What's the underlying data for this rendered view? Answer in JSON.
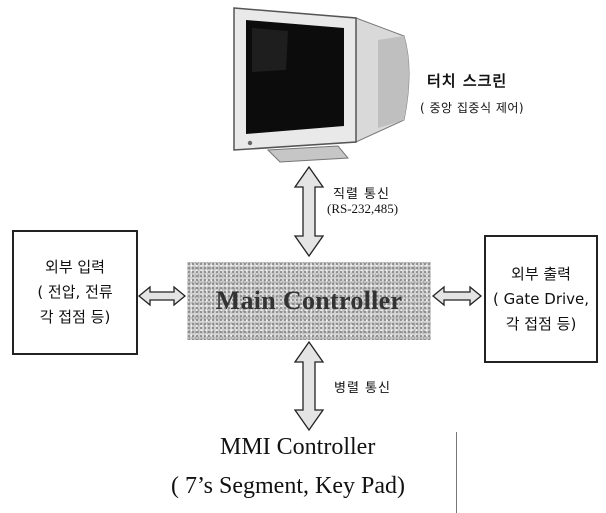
{
  "touch_screen": {
    "title": "터치 스크린",
    "subtitle": "( 중앙 집중식 제어)"
  },
  "serial": {
    "label": "직렬 통신",
    "protocol": "(RS-232,485)"
  },
  "external_input": {
    "line1": "외부 입력",
    "line2": "( 전압, 전류",
    "line3": "각 접점 등)"
  },
  "external_output": {
    "line1": "외부 출력",
    "line2": "( Gate Drive,",
    "line3": "각 접점 등)"
  },
  "main_controller": {
    "label": "Main Controller"
  },
  "parallel": {
    "label": "병렬 통신"
  },
  "mmi": {
    "title": "MMI Controller",
    "subtitle": "( 7’s Segment, Key Pad)"
  },
  "colors": {
    "arrow_fill": "#e4e4e4",
    "stroke": "#222222",
    "controller_bg": "#d2d2d2"
  }
}
